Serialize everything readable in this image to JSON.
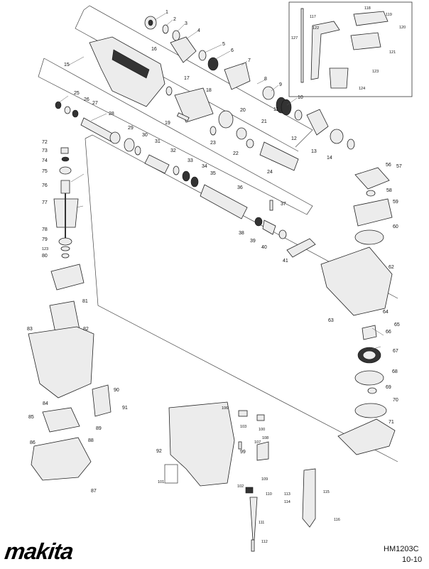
{
  "diagram": {
    "model": "HM1203C",
    "date": "10-10",
    "brand": "makita",
    "labels": {
      "p1": "1",
      "p2": "2",
      "p3": "3",
      "p4": "4",
      "p5": "5",
      "p6": "6",
      "p7": "7",
      "p8": "8",
      "p9": "9",
      "p10": "10",
      "p11": "11",
      "p12": "12",
      "p13": "13",
      "p14": "14",
      "p15": "15",
      "p16": "16",
      "p17": "17",
      "p18": "18",
      "p19": "19",
      "p20": "20",
      "p21": "21",
      "p22": "22",
      "p23": "23",
      "p24": "24",
      "p25": "25",
      "p26": "26",
      "p27": "27",
      "p28": "28",
      "p29": "29",
      "p30": "30",
      "p31": "31",
      "p32": "32",
      "p33": "33",
      "p34": "34",
      "p35": "35",
      "p36": "36",
      "p37": "37",
      "p38": "38",
      "p39": "39",
      "p40": "40",
      "p41": "41",
      "p56": "56",
      "p57": "57",
      "p58": "58",
      "p59": "59",
      "p60": "60",
      "p62": "62",
      "p63": "63",
      "p64": "64",
      "p65": "65",
      "p66": "66",
      "p67": "67",
      "p68": "68",
      "p69": "69",
      "p70": "70",
      "p71": "71",
      "p72": "72",
      "p73": "73",
      "p74": "74",
      "p75": "75",
      "p76": "76",
      "p77": "77",
      "p78": "78",
      "p79": "79",
      "p123a": "123",
      "p80": "80",
      "p81": "81",
      "p82": "82",
      "p83": "83",
      "p84": "84",
      "p85": "85",
      "p86": "86",
      "p87": "87",
      "p88": "88",
      "p89": "89",
      "p90": "90",
      "p91": "91",
      "p92": "92",
      "p99": "99",
      "p100": "100",
      "p101": "101",
      "p102": "102",
      "p103": "103",
      "p106": "106",
      "p107": "107",
      "p108": "108",
      "p109": "109",
      "p110": "110",
      "p111": "111",
      "p112": "112",
      "p113": "113",
      "p114": "114",
      "p115": "115",
      "p116": "116",
      "p117": "117",
      "p118": "118",
      "p119": "119",
      "p120": "120",
      "p121": "121",
      "p122": "122",
      "p123b": "123",
      "p124": "124",
      "p127": "127"
    }
  }
}
